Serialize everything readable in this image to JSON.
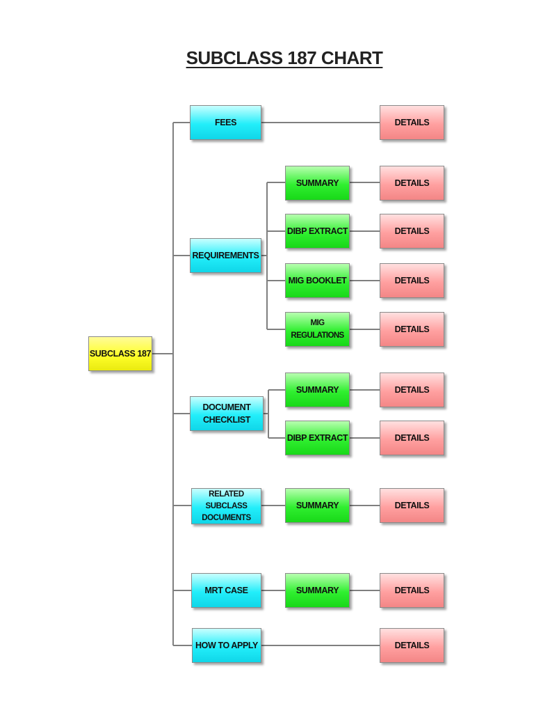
{
  "title": "SUBCLASS 187 CHART",
  "root": "SUBCLASS 187",
  "categories": {
    "fees": "FEES",
    "requirements": "REQUIREMENTS",
    "document_checklist": "DOCUMENT CHECKLIST",
    "related_subclass": "RELATED SUBCLASS DOCUMENTS",
    "mrt_case": "MRT CASE",
    "how_to_apply": "HOW TO APPLY"
  },
  "subitems": {
    "summary": "SUMMARY",
    "dibp_extract": "DIBP EXTRACT",
    "mig_booklet": "MIG BOOKLET",
    "mig_regulations": "MIG REGULATIONS"
  },
  "details_label": "DETAILS",
  "colors": {
    "root": "#ffff2a",
    "category": "#22eefa",
    "subitem": "#30ef30",
    "details": "#ffa0a0",
    "connector": "#7f7f7f"
  }
}
